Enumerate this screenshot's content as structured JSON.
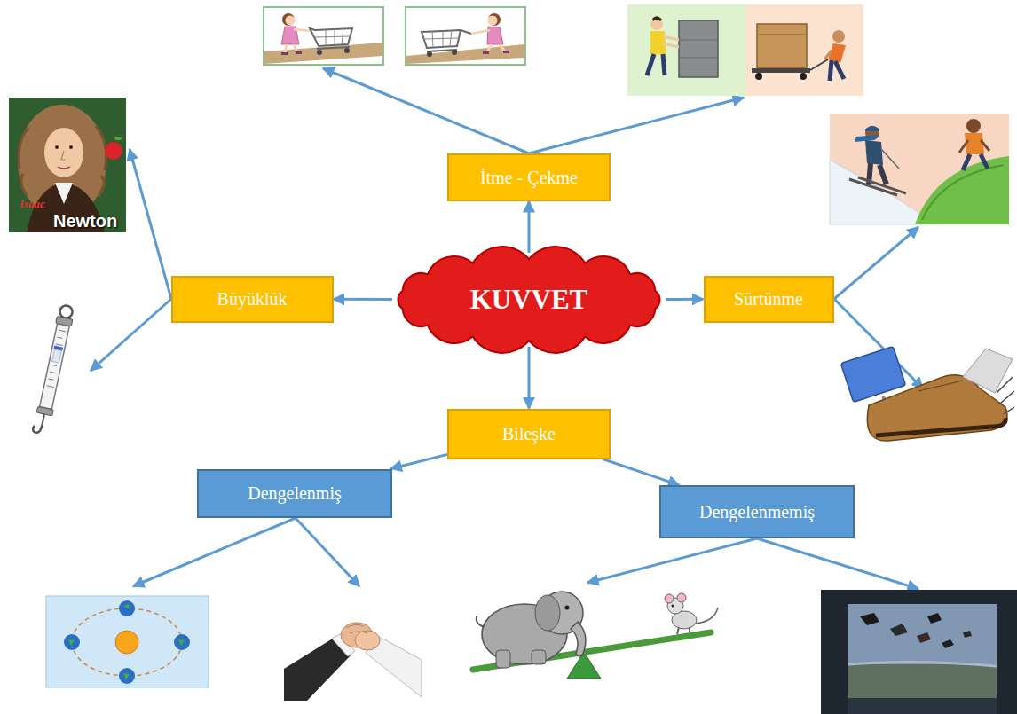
{
  "diagram": {
    "nodes": [
      {
        "text": [
          "İtme - Çekme"
        ]
      },
      {
        "text": [
          "Büyüklük"
        ]
      },
      {
        "text": [
          "KUVVET"
        ]
      },
      {
        "text": [
          "Sürtünme"
        ]
      },
      {
        "text": [
          "Bileşke"
        ]
      },
      {
        "text": [
          "Dengelenmiş"
        ]
      },
      {
        "text": [
          "Dengelenmemiş"
        ]
      }
    ],
    "edges": [
      {
        "from": 2,
        "to": 0,
        "arrow": "to"
      },
      {
        "from": 2,
        "to": 1,
        "arrow": "to"
      },
      {
        "from": 2,
        "to": 3,
        "arrow": "to"
      },
      {
        "from": 2,
        "to": 4,
        "arrow": "to"
      },
      {
        "from": 4,
        "to": 5,
        "arrow": "to"
      },
      {
        "from": 4,
        "to": 6,
        "arrow": "to"
      }
    ],
    "labels": [
      "Isaac",
      "Newton"
    ]
  }
}
